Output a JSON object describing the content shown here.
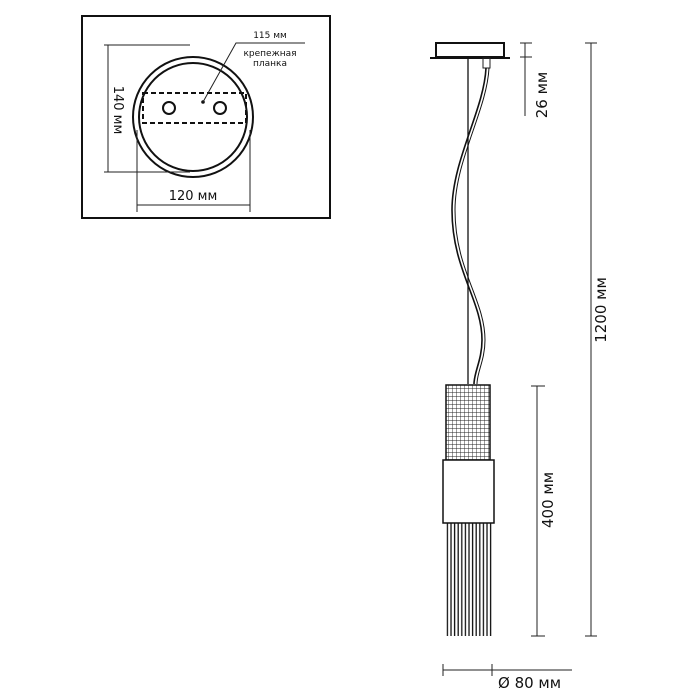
{
  "top_view": {
    "plate_dim": "115 мм",
    "plate_label_line1": "крепежная",
    "plate_label_line2": "планка",
    "height_dim": "140 мм",
    "width_dim": "120 мм"
  },
  "side_view": {
    "canopy_height": "26 мм",
    "total_height": "1200 мм",
    "shade_height": "400 мм",
    "diameter": "Ø 80 мм"
  }
}
